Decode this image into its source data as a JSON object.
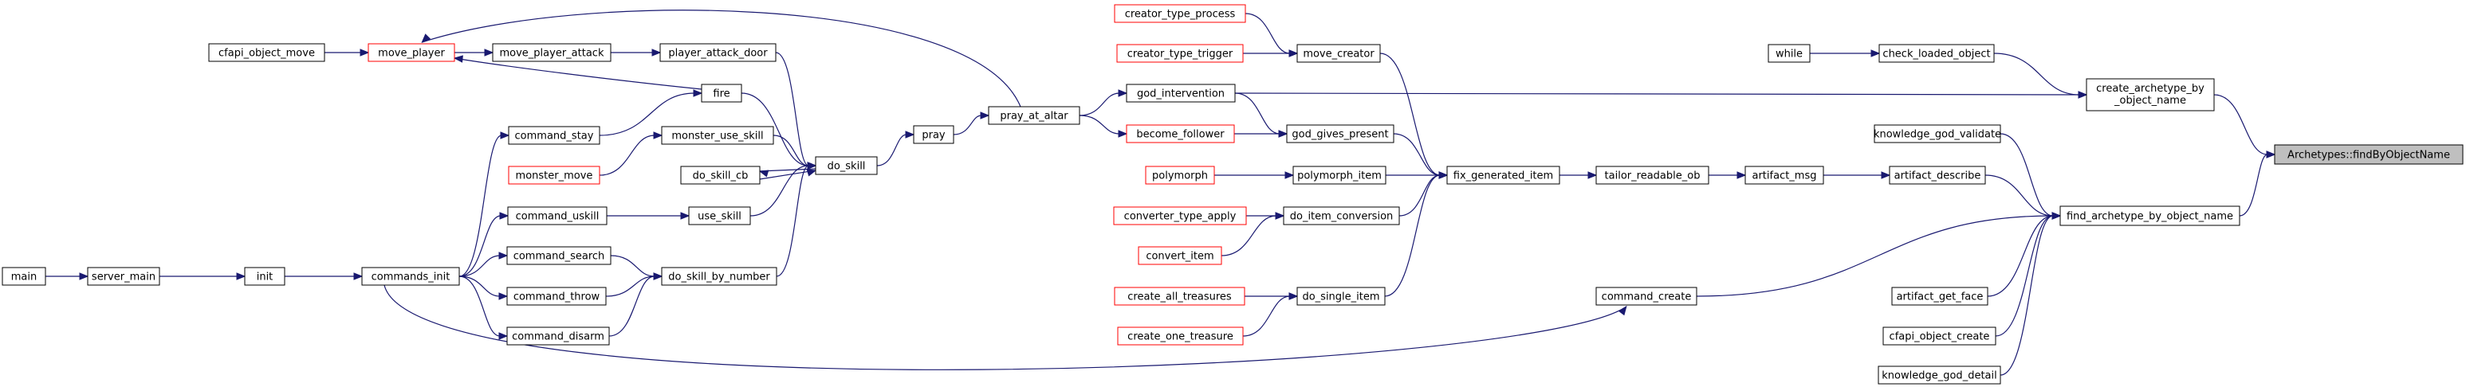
{
  "graph": {
    "title": "",
    "colors": {
      "edge": "#191970",
      "root_fill": "#bfbfbf",
      "truncated_border": "#ff0000",
      "node_border": "#000000"
    },
    "nodes": [
      {
        "id": "n_main",
        "label": "main"
      },
      {
        "id": "n_server_main",
        "label": "server_main"
      },
      {
        "id": "n_init",
        "label": "init"
      },
      {
        "id": "n_commands_init",
        "label": "commands_init"
      },
      {
        "id": "n_cfapi_object_move",
        "label": "cfapi_object_move"
      },
      {
        "id": "n_move_player",
        "label": "move_player",
        "truncated": true
      },
      {
        "id": "n_move_player_attack",
        "label": "move_player_attack"
      },
      {
        "id": "n_player_attack_door",
        "label": "player_attack_door"
      },
      {
        "id": "n_fire",
        "label": "fire"
      },
      {
        "id": "n_command_stay",
        "label": "command_stay"
      },
      {
        "id": "n_monster_use_skill",
        "label": "monster_use_skill"
      },
      {
        "id": "n_monster_move",
        "label": "monster_move",
        "truncated": true
      },
      {
        "id": "n_do_skill_cb",
        "label": "do_skill_cb"
      },
      {
        "id": "n_command_uskill",
        "label": "command_uskill"
      },
      {
        "id": "n_use_skill",
        "label": "use_skill"
      },
      {
        "id": "n_command_search",
        "label": "command_search"
      },
      {
        "id": "n_command_throw",
        "label": "command_throw"
      },
      {
        "id": "n_command_disarm",
        "label": "command_disarm"
      },
      {
        "id": "n_do_skill_by_number",
        "label": "do_skill_by_number"
      },
      {
        "id": "n_do_skill",
        "label": "do_skill"
      },
      {
        "id": "n_pray",
        "label": "pray"
      },
      {
        "id": "n_pray_at_altar",
        "label": "pray_at_altar"
      },
      {
        "id": "n_creator_type_process",
        "label": "creator_type_process",
        "truncated": true
      },
      {
        "id": "n_creator_type_trigger",
        "label": "creator_type_trigger",
        "truncated": true
      },
      {
        "id": "n_god_intervention",
        "label": "god_intervention"
      },
      {
        "id": "n_become_follower",
        "label": "become_follower",
        "truncated": true
      },
      {
        "id": "n_polymorph",
        "label": "polymorph",
        "truncated": true
      },
      {
        "id": "n_converter_type_apply",
        "label": "converter_type_apply",
        "truncated": true
      },
      {
        "id": "n_convert_item",
        "label": "convert_item",
        "truncated": true
      },
      {
        "id": "n_create_all_treasures",
        "label": "create_all_treasures",
        "truncated": true
      },
      {
        "id": "n_create_one_treasure",
        "label": "create_one_treasure",
        "truncated": true
      },
      {
        "id": "n_move_creator",
        "label": "move_creator"
      },
      {
        "id": "n_god_gives_present",
        "label": "god_gives_present"
      },
      {
        "id": "n_polymorph_item",
        "label": "polymorph_item"
      },
      {
        "id": "n_do_item_conversion",
        "label": "do_item_conversion"
      },
      {
        "id": "n_do_single_item",
        "label": "do_single_item"
      },
      {
        "id": "n_fix_generated_item",
        "label": "fix_generated_item"
      },
      {
        "id": "n_tailor_readable_ob",
        "label": "tailor_readable_ob"
      },
      {
        "id": "n_artifact_msg",
        "label": "artifact_msg"
      },
      {
        "id": "n_command_create",
        "label": "command_create"
      },
      {
        "id": "n_while",
        "label": "while"
      },
      {
        "id": "n_check_loaded_object",
        "label": "check_loaded_object"
      },
      {
        "id": "n_knowledge_god_validate",
        "label": "knowledge_god_validate"
      },
      {
        "id": "n_artifact_describe",
        "label": "artifact_describe"
      },
      {
        "id": "n_artifact_get_face",
        "label": "artifact_get_face"
      },
      {
        "id": "n_cfapi_object_create",
        "label": "cfapi_object_create"
      },
      {
        "id": "n_knowledge_god_detail",
        "label": "knowledge_god_detail"
      },
      {
        "id": "n_create_archetype_by_object_name",
        "label": "create_archetype_by\n_object_name"
      },
      {
        "id": "n_find_archetype_by_object_name",
        "label": "find_archetype_by_object_name"
      },
      {
        "id": "n_root",
        "label": "Archetypes::findByObjectName",
        "root": true
      }
    ],
    "edges": [
      [
        "n_main",
        "n_server_main"
      ],
      [
        "n_server_main",
        "n_init"
      ],
      [
        "n_init",
        "n_commands_init"
      ],
      [
        "n_cfapi_object_move",
        "n_move_player"
      ],
      [
        "n_move_player",
        "n_move_player_attack"
      ],
      [
        "n_move_player_attack",
        "n_player_attack_door"
      ],
      [
        "n_player_attack_door",
        "n_do_skill"
      ],
      [
        "n_fire",
        "n_move_player"
      ],
      [
        "n_fire",
        "n_do_skill"
      ],
      [
        "n_command_stay",
        "n_fire"
      ],
      [
        "n_commands_init",
        "n_command_stay"
      ],
      [
        "n_monster_move",
        "n_monster_use_skill"
      ],
      [
        "n_monster_use_skill",
        "n_do_skill"
      ],
      [
        "n_do_skill",
        "n_do_skill_cb"
      ],
      [
        "n_do_skill_cb",
        "n_do_skill"
      ],
      [
        "n_commands_init",
        "n_command_uskill"
      ],
      [
        "n_command_uskill",
        "n_use_skill"
      ],
      [
        "n_use_skill",
        "n_do_skill"
      ],
      [
        "n_commands_init",
        "n_command_search"
      ],
      [
        "n_commands_init",
        "n_command_throw"
      ],
      [
        "n_commands_init",
        "n_command_disarm"
      ],
      [
        "n_command_search",
        "n_do_skill_by_number"
      ],
      [
        "n_command_throw",
        "n_do_skill_by_number"
      ],
      [
        "n_command_disarm",
        "n_do_skill_by_number"
      ],
      [
        "n_do_skill_by_number",
        "n_do_skill"
      ],
      [
        "n_do_skill",
        "n_pray"
      ],
      [
        "n_pray",
        "n_pray_at_altar"
      ],
      [
        "n_pray_at_altar",
        "n_move_player"
      ],
      [
        "n_pray_at_altar",
        "n_god_intervention"
      ],
      [
        "n_pray_at_altar",
        "n_become_follower"
      ],
      [
        "n_creator_type_process",
        "n_move_creator"
      ],
      [
        "n_creator_type_trigger",
        "n_move_creator"
      ],
      [
        "n_god_intervention",
        "n_god_gives_present"
      ],
      [
        "n_become_follower",
        "n_god_gives_present"
      ],
      [
        "n_polymorph",
        "n_polymorph_item"
      ],
      [
        "n_converter_type_apply",
        "n_do_item_conversion"
      ],
      [
        "n_convert_item",
        "n_do_item_conversion"
      ],
      [
        "n_create_all_treasures",
        "n_do_single_item"
      ],
      [
        "n_create_one_treasure",
        "n_do_single_item"
      ],
      [
        "n_move_creator",
        "n_fix_generated_item"
      ],
      [
        "n_god_gives_present",
        "n_fix_generated_item"
      ],
      [
        "n_polymorph_item",
        "n_fix_generated_item"
      ],
      [
        "n_do_item_conversion",
        "n_fix_generated_item"
      ],
      [
        "n_do_single_item",
        "n_fix_generated_item"
      ],
      [
        "n_fix_generated_item",
        "n_tailor_readable_ob"
      ],
      [
        "n_tailor_readable_ob",
        "n_artifact_msg"
      ],
      [
        "n_artifact_msg",
        "n_artifact_describe"
      ],
      [
        "n_god_intervention",
        "n_create_archetype_by_object_name"
      ],
      [
        "n_while",
        "n_check_loaded_object"
      ],
      [
        "n_check_loaded_object",
        "n_create_archetype_by_object_name"
      ],
      [
        "n_create_archetype_by_object_name",
        "n_root"
      ],
      [
        "n_commands_init",
        "n_command_create"
      ],
      [
        "n_command_create",
        "n_find_archetype_by_object_name"
      ],
      [
        "n_knowledge_god_validate",
        "n_find_archetype_by_object_name"
      ],
      [
        "n_artifact_describe",
        "n_find_archetype_by_object_name"
      ],
      [
        "n_artifact_get_face",
        "n_find_archetype_by_object_name"
      ],
      [
        "n_cfapi_object_create",
        "n_find_archetype_by_object_name"
      ],
      [
        "n_knowledge_god_detail",
        "n_find_archetype_by_object_name"
      ],
      [
        "n_find_archetype_by_object_name",
        "n_root"
      ]
    ]
  }
}
